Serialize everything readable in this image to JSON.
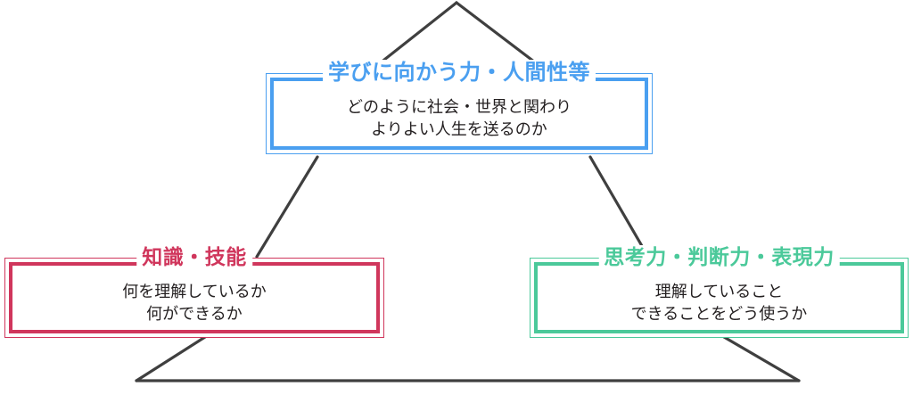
{
  "diagram": {
    "type": "triangle-framework",
    "background": "#ffffff",
    "line_color": "#3f3f3f",
    "body_text_color": "#231f20",
    "nodes": [
      {
        "id": "top",
        "title": "学びに向かう力・人間性等",
        "lines": [
          "どのように社会・世界と関わり",
          "よりよい人生を送るのか"
        ],
        "color": "#4a9ff0",
        "position": "apex"
      },
      {
        "id": "left",
        "title": "知識・技能",
        "lines": [
          "何を理解しているか",
          "何ができるか"
        ],
        "color": "#d0365c",
        "position": "bottom-left"
      },
      {
        "id": "right",
        "title": "思考力・判断力・表現力",
        "lines": [
          "理解していること",
          "できることをどう使うか"
        ],
        "color": "#4bc99a",
        "position": "bottom-right"
      }
    ]
  }
}
